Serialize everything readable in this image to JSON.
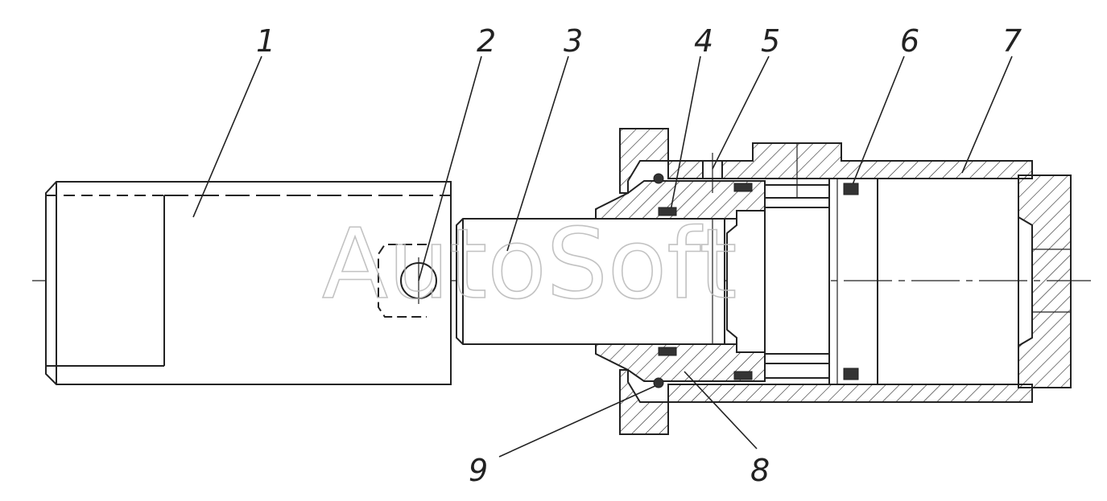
{
  "callouts": [
    "1",
    "2",
    "3",
    "4",
    "5",
    "6",
    "7",
    "8",
    "9"
  ],
  "watermark": "AutoSoft",
  "colors": {
    "line": "#222222",
    "seal": "#333333",
    "watermark": "#b8b8b8"
  }
}
